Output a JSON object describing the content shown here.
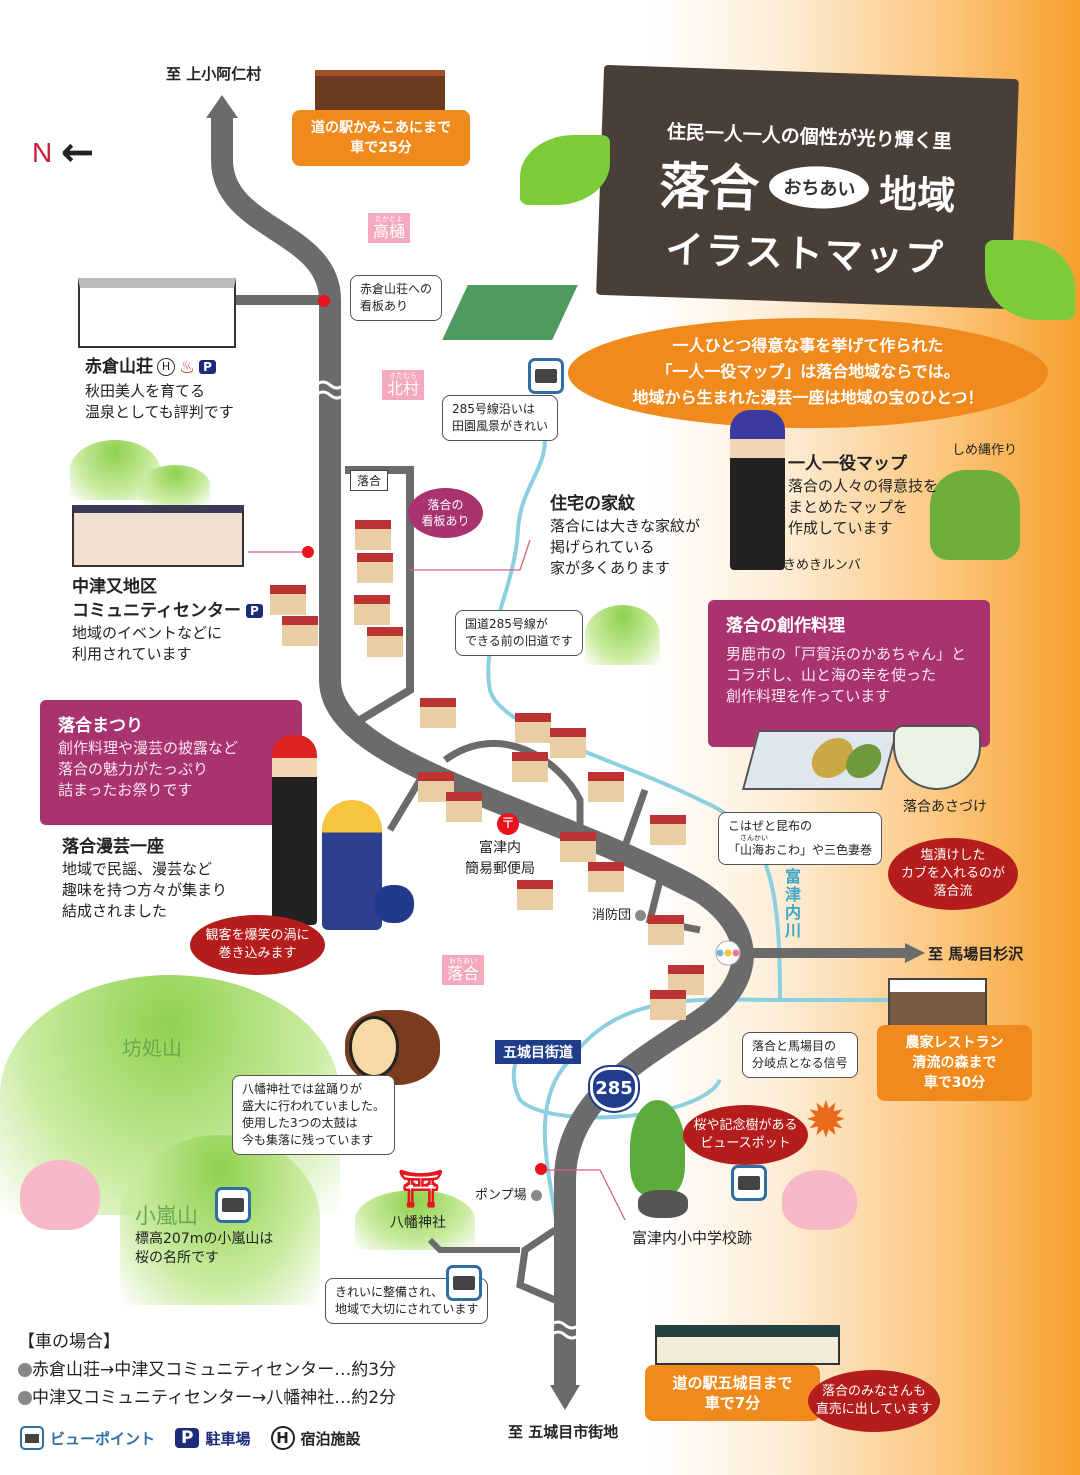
{
  "title": {
    "tagline": "住民一人一人の個性が光り輝く里",
    "name_left": "落合",
    "reading": "おちあい",
    "name_right": "地域",
    "subtitle": "イラストマップ"
  },
  "intro": [
    "一人ひとつ得意な事を挙げて作られた",
    "「一人一役マップ」は落合地域ならでは。",
    "地域から生まれた漫芸一座は地域の宝のひとつ！"
  ],
  "compass": "N",
  "destinations": {
    "north": "至 上小阿仁村",
    "east": "至 馬場目杉沢",
    "south": "至 五城目市街地"
  },
  "places": [
    {
      "reading": "たかとよ",
      "name": "高樋"
    },
    {
      "reading": "きたむら",
      "name": "北村"
    },
    {
      "reading": "おちあい",
      "name": "落合"
    }
  ],
  "michinoeki_kamikoani": [
    "道の駅かみこあにまで",
    "車で25分"
  ],
  "akakura": {
    "name": "赤倉山荘",
    "desc": [
      "秋田美人を育てる",
      "温泉としても評判です"
    ],
    "sign": [
      "赤倉山荘への",
      "看板あり"
    ]
  },
  "rice_field": [
    "285号線沿いは",
    "田園風景がきれい"
  ],
  "ochiai_sign": {
    "post": "落合",
    "bubble": [
      "落合の",
      "看板あり"
    ]
  },
  "family_crest": {
    "title": "住宅の家紋",
    "desc": [
      "落合には大きな家紋が",
      "掲げられている",
      "家が多くあります"
    ]
  },
  "old_road": [
    "国道285号線が",
    "できる前の旧道です"
  ],
  "hitori_map": {
    "title": "一人一役マップ",
    "desc": [
      "落合の人々の得意技を",
      "まとめたマップを",
      "作成しています"
    ],
    "label_left": "ときめきルンバ",
    "label_right": "しめ縄作り"
  },
  "community_center": {
    "name1": "中津又地区",
    "name2": "コミュニティセンター",
    "desc": [
      "地域のイベントなどに",
      "利用されています"
    ]
  },
  "matsuri": {
    "title": "落合まつり",
    "desc": [
      "創作料理や漫芸の披露など",
      "落合の魅力がたっぷり",
      "詰まったお祭りです"
    ]
  },
  "mangei": {
    "title": "落合漫芸一座",
    "desc": [
      "地域で民謡、漫芸など",
      "趣味を持つ方々が集まり",
      "結成されました"
    ],
    "bubble": [
      "観客を爆笑の渦に",
      "巻き込みます"
    ]
  },
  "cuisine": {
    "title": "落合の創作料理",
    "desc": [
      "男鹿市の「戸賀浜のかあちゃん」と",
      "コラボし、山と海の幸を使った",
      "創作料理を作っています"
    ],
    "dish1": [
      "こはぜと昆布の",
      "「山海おこわ」や三色妻巻"
    ],
    "dish1_ruby": "さんかい",
    "dish2": "落合あさづけ",
    "dish2_bubble": "塩漬けした\nカブを入れるのが\n落合流"
  },
  "post_office": [
    "富津内",
    "簡易郵便局"
  ],
  "fire_brigade": "消防団",
  "river": "富津内川",
  "signal": [
    "落合と馬場目の",
    "分岐点となる信号"
  ],
  "farm_restaurant": [
    "農家レストラン",
    "清流の森まで",
    "車で30分"
  ],
  "gojome_road": "五城目街道",
  "route_number": "285",
  "bouzu_mountain": "坊処山",
  "koarashi": {
    "name": "小嵐山",
    "desc": [
      "標高207mの小嵐山は",
      "桜の名所です"
    ]
  },
  "taiko": [
    "八幡神社では盆踊りが",
    "盛大に行われていました。",
    "使用した3つの太鼓は",
    "今も集落に残っています"
  ],
  "shrine": {
    "name": "八幡神社",
    "bubble": [
      "きれいに整備され、",
      "地域で大切にされています"
    ]
  },
  "pump": "ポンプ場",
  "school": {
    "name": "富津内小中学校跡",
    "bubble": "桜や記念樹がある\nビュースポット"
  },
  "michinoeki_gojome": [
    "道の駅五城目まで",
    "車で7分"
  ],
  "direct_sale": "落合のみなさんも\n直売に出しています",
  "car": {
    "heading": "【車の場合】",
    "routes": [
      "赤倉山荘→中津又コミュニティセンター…約3分",
      "中津又コミュニティセンター→八幡神社…約2分"
    ]
  },
  "legend": {
    "viewpoint": "ビューポイント",
    "parking_icon": "P",
    "parking": "駐車場",
    "lodging_icon": "H",
    "lodging": "宿泊施設"
  },
  "colors": {
    "road": "#6b6b6b",
    "river": "#8ccfe0",
    "orange": "#f08a1c",
    "purple": "#a8336e",
    "red": "#b51c1c",
    "board": "#4a3f38"
  }
}
